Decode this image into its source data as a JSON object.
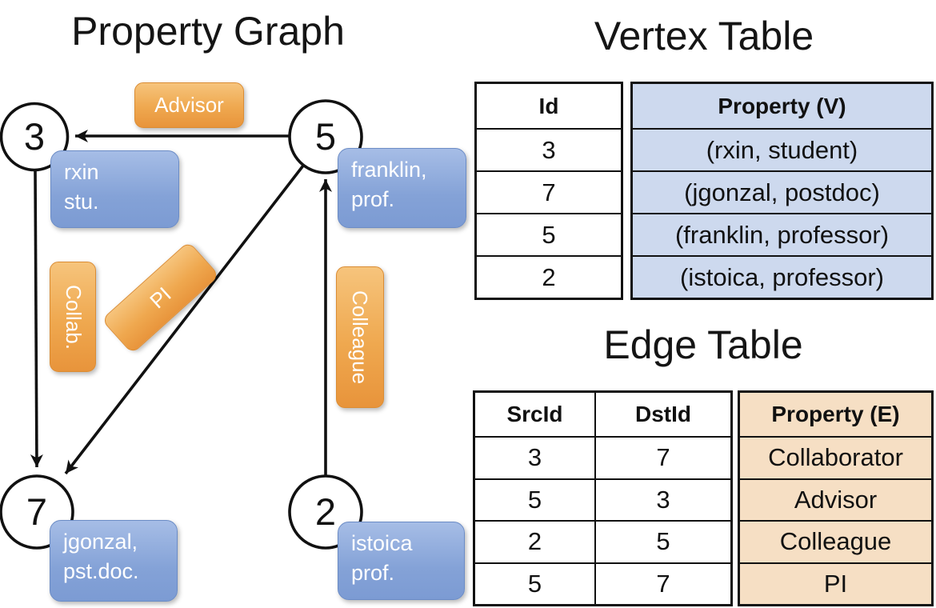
{
  "graph": {
    "title": "Property Graph",
    "nodes": [
      {
        "id": "3"
      },
      {
        "id": "5"
      },
      {
        "id": "7"
      },
      {
        "id": "2"
      }
    ],
    "vertex_labels": [
      {
        "line1": "rxin",
        "line2": "stu."
      },
      {
        "line1": "franklin,",
        "line2": "prof."
      },
      {
        "line1": "jgonzal,",
        "line2": "pst.doc."
      },
      {
        "line1": "istoica",
        "line2": "prof."
      }
    ],
    "edge_labels": {
      "advisor": "Advisor",
      "collab": "Collab.",
      "pi": "PI",
      "colleague": "Colleague"
    }
  },
  "vertex_table": {
    "title": "Vertex Table",
    "columns": [
      "Id",
      "Property (V)"
    ],
    "rows": [
      [
        "3",
        "(rxin, student)"
      ],
      [
        "7",
        "(jgonzal, postdoc)"
      ],
      [
        "5",
        "(franklin, professor)"
      ],
      [
        "2",
        "(istoica, professor)"
      ]
    ]
  },
  "edge_table": {
    "title": "Edge Table",
    "columns": [
      "SrcId",
      "DstId",
      "Property (E)"
    ],
    "rows": [
      [
        "3",
        "7",
        "Collaborator"
      ],
      [
        "5",
        "3",
        "Advisor"
      ],
      [
        "2",
        "5",
        "Colleague"
      ],
      [
        "5",
        "7",
        "PI"
      ]
    ]
  },
  "colors": {
    "edge_label_fill": "#EFA84F",
    "edge_label_border": "#DB8C33",
    "vertex_label_fill": "#84A2D7",
    "vertex_label_border": "#6B8CC6",
    "vertex_table_cell_bg": "#CDD9EE",
    "edge_table_cell_bg": "#F6DFC4",
    "line_color": "#111111"
  }
}
